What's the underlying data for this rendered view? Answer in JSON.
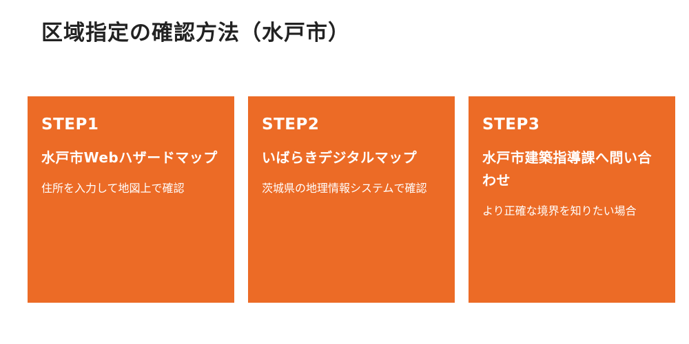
{
  "page": {
    "title": "区域指定の確認方法（水戸市）"
  },
  "colors": {
    "card_background": "#ec6b26",
    "card_text": "#ffffff",
    "title_text": "#222222",
    "page_background": "#ffffff"
  },
  "steps": [
    {
      "label": "STEP1",
      "title": "水戸市Webハザードマップ",
      "description": "住所を入力して地図上で確認"
    },
    {
      "label": "STEP2",
      "title": "いばらきデジタルマップ",
      "description": "茨城県の地理情報システムで確認"
    },
    {
      "label": "STEP3",
      "title": "水戸市建築指導課へ問い合わせ",
      "description": "より正確な境界を知りたい場合"
    }
  ]
}
